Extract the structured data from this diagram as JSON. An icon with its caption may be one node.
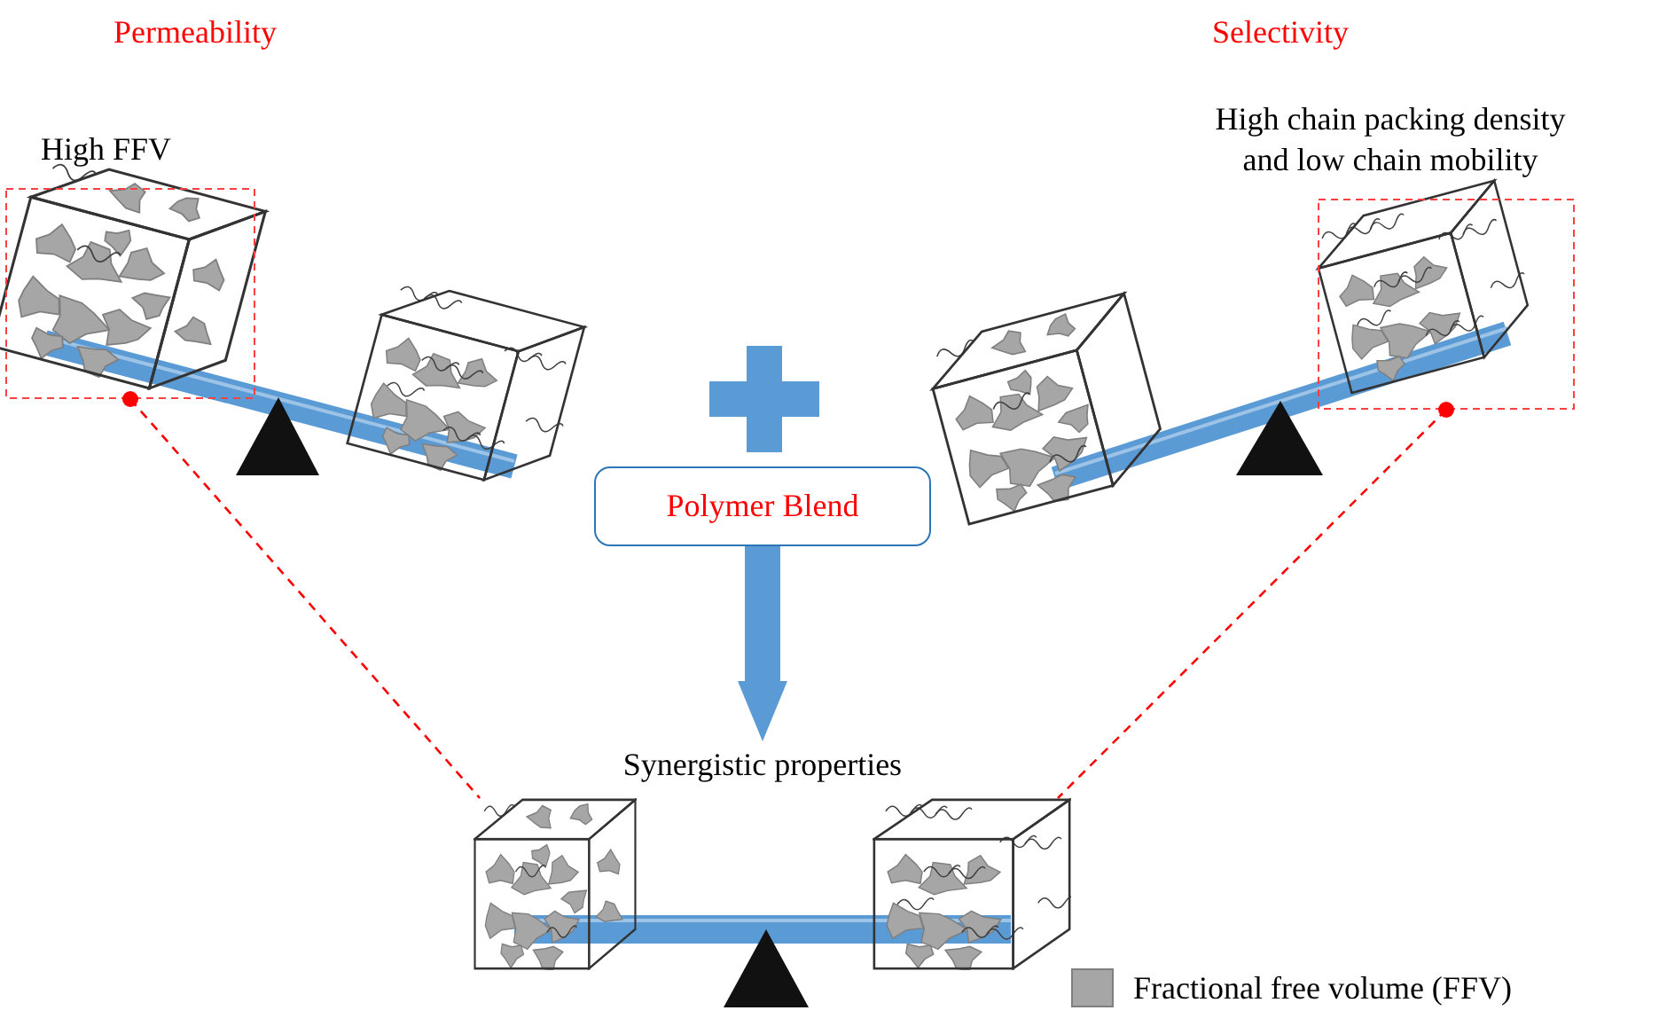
{
  "diagram": {
    "nodes": [
      {
        "text": [
          "High FFV"
        ]
      },
      {
        "text": [
          "High chain packing density and low chain mobility"
        ]
      },
      {
        "text": [
          "Polymer Blend"
        ]
      },
      {
        "text": [
          "Synergistic properties"
        ]
      },
      {
        "text": [],
        "shape": "picture"
      },
      {
        "text": [],
        "shape": "picture"
      }
    ],
    "edges": [
      {
        "from": 0,
        "to": 4,
        "arrow": "other",
        "style": "dashed",
        "color": "#ff0000"
      },
      {
        "from": 1,
        "to": 5,
        "arrow": "other",
        "style": "dashed",
        "color": "#ff0000"
      },
      {
        "from": 2,
        "to": 3,
        "arrow": "to",
        "style": "thick",
        "color": "#5b9bd5"
      }
    ],
    "labels": [
      "Permeability",
      "Selectivity"
    ],
    "legend": [
      {
        "text": "Fractional free volume (FFV)",
        "color": "#a6a6a6"
      }
    ]
  }
}
